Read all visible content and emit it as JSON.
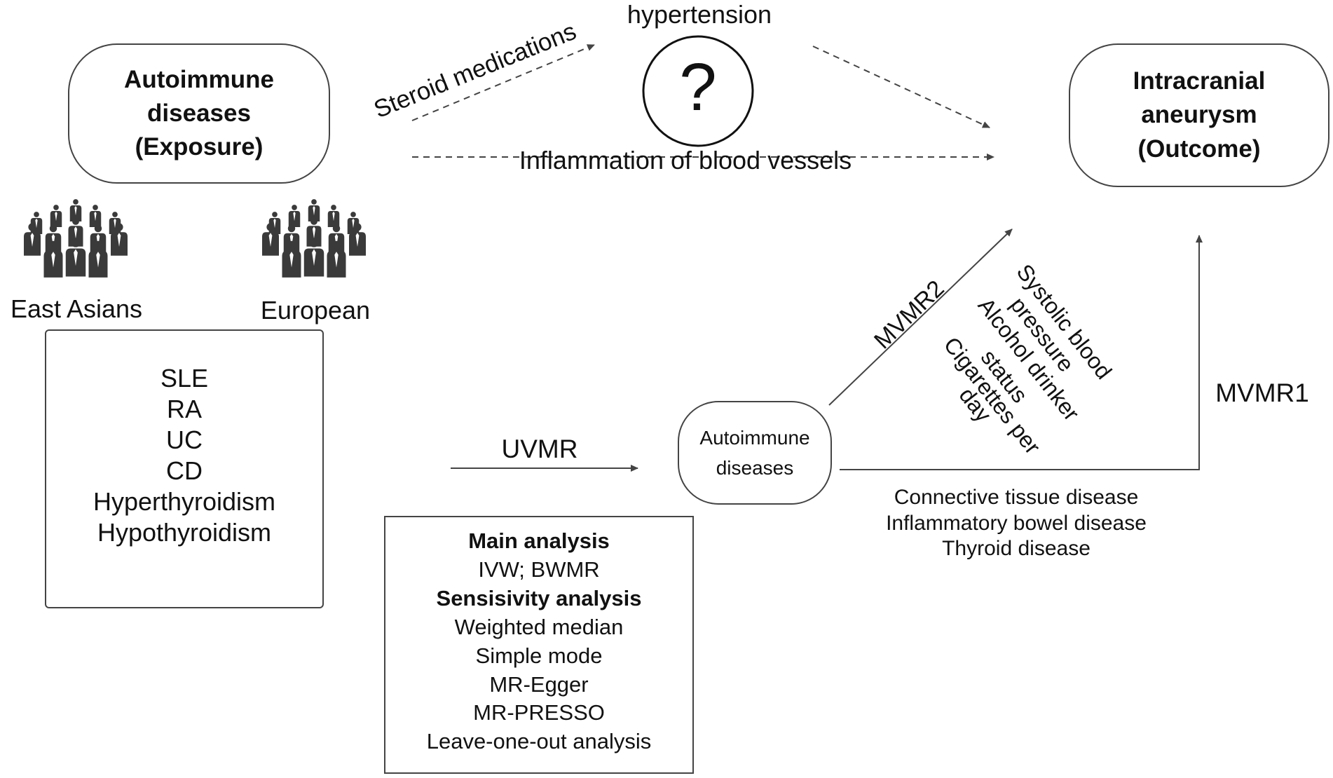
{
  "exposure": {
    "line1": "Autoimmune",
    "line2": "diseases",
    "line3": "(Exposure)"
  },
  "outcome": {
    "line1": "Intracranial",
    "line2": "aneurysm",
    "line3": "(Outcome)"
  },
  "populations": {
    "east_asian": "East Asians",
    "european": "European"
  },
  "disease_list": [
    "SLE",
    "RA",
    "UC",
    "CD",
    "Hyperthyroidism",
    "Hypothyroidism"
  ],
  "pathways": {
    "steroid": "Steroid medications",
    "hypertension": "hypertension",
    "question": "?",
    "inflammation": "Inflammation of blood vessels"
  },
  "uvmr": {
    "label": "UVMR"
  },
  "center_node": {
    "line1": "Autoimmune",
    "line2": "diseases"
  },
  "mvmr2": {
    "label": "MVMR2",
    "covariates": [
      "Systolic blood",
      "pressure",
      "Alcohol drinker",
      "status",
      "Cigarettes per",
      "day"
    ]
  },
  "mvmr1": {
    "label": "MVMR1",
    "groups": [
      "Connective tissue disease",
      "Inflammatory bowel disease",
      "Thyroid disease"
    ]
  },
  "analysis": {
    "main_title": "Main analysis",
    "main_methods": "IVW; BWMR",
    "sens_title": "Sensisivity analysis",
    "sens_methods": [
      "Weighted median",
      "Simple mode",
      "MR-Egger",
      "MR-PRESSO",
      "Leave-one-out analysis"
    ]
  },
  "colors": {
    "arrow": "#444444",
    "icon": "#3a3a3a",
    "border": "#444444"
  }
}
